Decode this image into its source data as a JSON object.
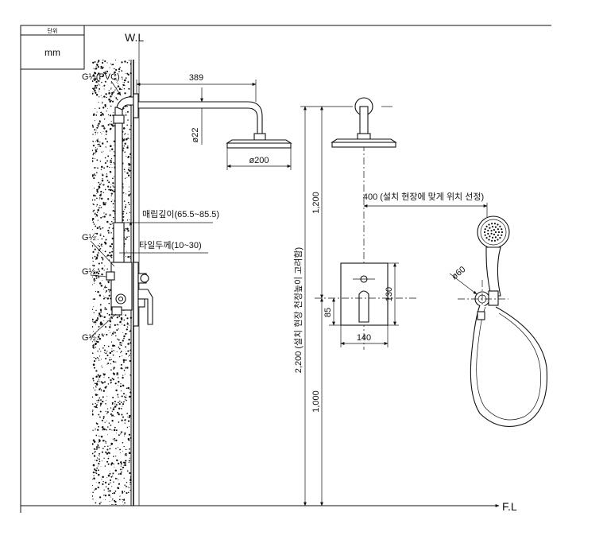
{
  "unit_box": {
    "header": "단위",
    "unit": "mm"
  },
  "levels": {
    "wall_line": "W.L",
    "floor_line": "F.L"
  },
  "side_view": {
    "pipe_thread": "G½(PVC)",
    "arm_length": "389",
    "arm_diameter": "ø22",
    "head_diameter": "ø200",
    "embed_depth": "매립깊이(65.5~85.5)",
    "tile_thickness": "타일두께(10~30)",
    "port_labels": [
      "G½",
      "G½",
      "G½"
    ]
  },
  "front_view": {
    "total_height": "2,200 (설치 현장 천정높이 고려함)",
    "height_1200": "1,200",
    "height_1000": "1,000",
    "height_85": "85",
    "box_height": "130",
    "box_width": "140",
    "hand_shower_offset": "400 (설치 현장에 맞게 위치 선정)",
    "holder_diameter": "ø60"
  }
}
